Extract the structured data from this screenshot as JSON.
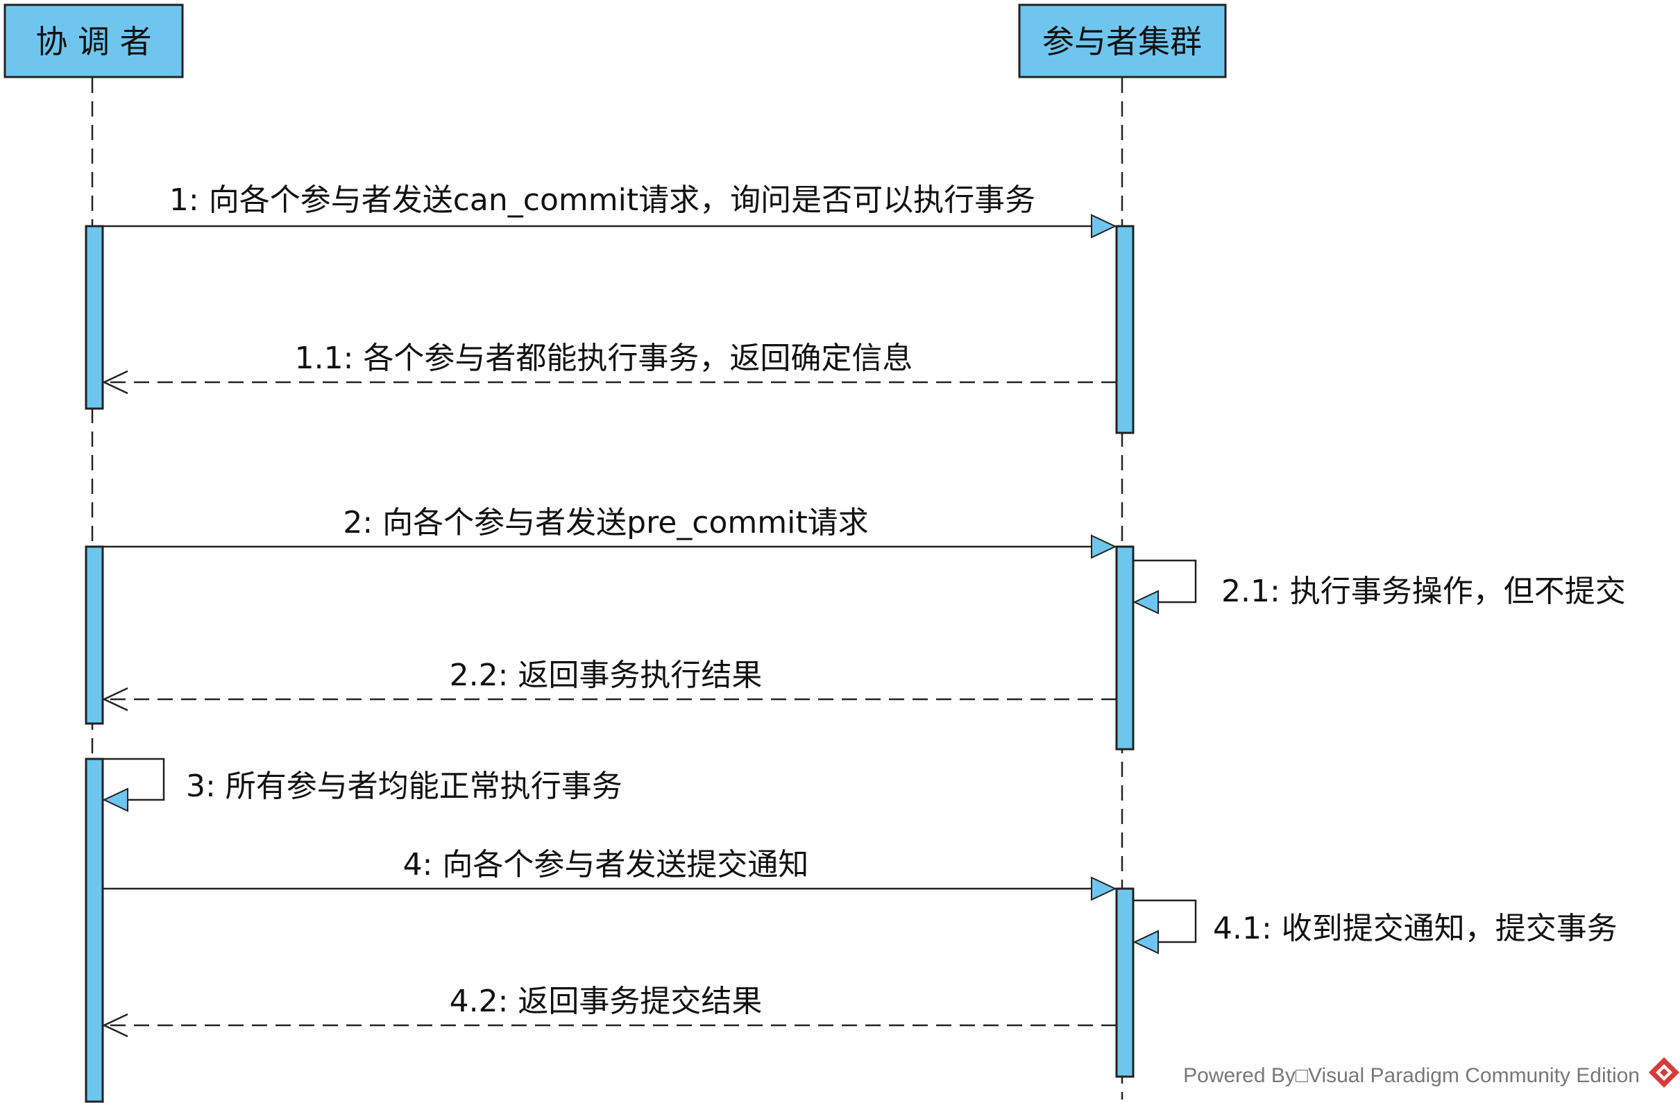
{
  "colors": {
    "actor_fill": "#6ec6ee",
    "activation_fill": "#6ec6ee",
    "line": "#222222",
    "arrow_head_fill": "#6ec6ee",
    "footer_text": "#777777",
    "logo_accent": "#d83a3a"
  },
  "actors": {
    "coordinator": {
      "label": "协 调 者"
    },
    "participants": {
      "label": "参与者集群"
    }
  },
  "messages": {
    "m1": {
      "label": "1: 向各个参与者发送can_commit请求，询问是否可以执行事务",
      "kind": "sync"
    },
    "m11": {
      "label": "1.1: 各个参与者都能执行事务，返回确定信息",
      "kind": "return"
    },
    "m2": {
      "label": "2: 向各个参与者发送pre_commit请求",
      "kind": "sync"
    },
    "m21": {
      "label": "2.1: 执行事务操作，但不提交",
      "kind": "self"
    },
    "m22": {
      "label": "2.2: 返回事务执行结果",
      "kind": "return"
    },
    "m3": {
      "label": "3: 所有参与者均能正常执行事务",
      "kind": "self"
    },
    "m4": {
      "label": "4: 向各个参与者发送提交通知",
      "kind": "sync"
    },
    "m41": {
      "label": "4.1: 收到提交通知，提交事务",
      "kind": "self"
    },
    "m42": {
      "label": "4.2: 返回事务提交结果",
      "kind": "return"
    }
  },
  "footer": {
    "text": "Powered By□Visual Paradigm Community Edition",
    "logo_icon": "visual-paradigm-logo-icon"
  }
}
